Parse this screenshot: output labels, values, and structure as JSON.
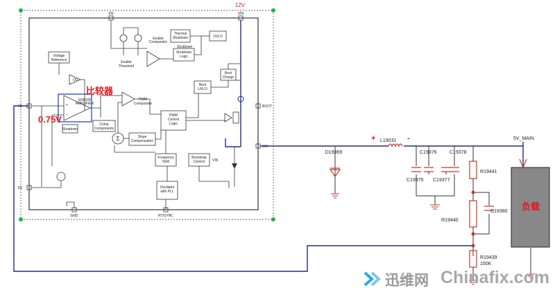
{
  "ic": {
    "pins": {
      "en": "EN",
      "vin": "VIN",
      "fb": "FB",
      "ss": "SS",
      "gnd": "GND",
      "rt_sync": "RT/SYNC",
      "boot": "BOOT",
      "sw": "SW"
    },
    "blocks": {
      "voltage_reference": [
        "Voltage",
        "Reference"
      ],
      "thermal_shutdown": [
        "Thermal",
        "Shutdown"
      ],
      "uvlo": "UVLO",
      "enable_comparator": [
        "Enable",
        "Comparator"
      ],
      "shutdown_label": "Shutdown",
      "shutdown_logic": [
        "Shutdown",
        "Logic"
      ],
      "enable_threshold": [
        "Enable",
        "Threshold"
      ],
      "boot_charge": [
        "Boot",
        "Charge"
      ],
      "boot_uvlo": [
        "Boot",
        "UVLO"
      ],
      "ov": "OV",
      "error_amplifier": [
        "ERROR",
        "AMPLIFIER"
      ],
      "shutdown_small": "Shutdown",
      "pwm_comparator": [
        "PWM",
        "Comparator"
      ],
      "pwm_control_logic": [
        "PWM",
        "Control",
        "Logic"
      ],
      "comp_components": [
        "Comp",
        "Components"
      ],
      "sigma": "Σ",
      "slope_compensation": [
        "Slope",
        "Compensation"
      ],
      "frequency_shift": [
        "Frequency",
        "Shift"
      ],
      "bootstrap_control": [
        "Bootstrap",
        "Control"
      ],
      "vin_small": "VIN",
      "oscillator": [
        "Oscillator",
        "with PLL"
      ]
    }
  },
  "annotations": {
    "comparator_cn": "比较器",
    "ref_voltage": "0.75V",
    "supply": "12V",
    "load_cn": "负载"
  },
  "components": {
    "diode": "D19369",
    "inductor": "L19031",
    "plus": "+",
    "minus": "-",
    "c1": "C19376",
    "c2": "C19378",
    "c3": "C19375",
    "c4": "C19377",
    "c5": "C19380",
    "r1": "R19441",
    "r2": "R19440",
    "r3": "R19439",
    "r3_value": "150K",
    "net": "5V_MAIN"
  },
  "watermark": {
    "cn": "迅维网",
    "en": "Chinafix.com"
  },
  "colors": {
    "wire_blue": "#1f2a8a",
    "label_red": "#e8141c",
    "component_red": "#c0392b",
    "load_gray": "#888888",
    "handle_green": "#22b14c"
  }
}
